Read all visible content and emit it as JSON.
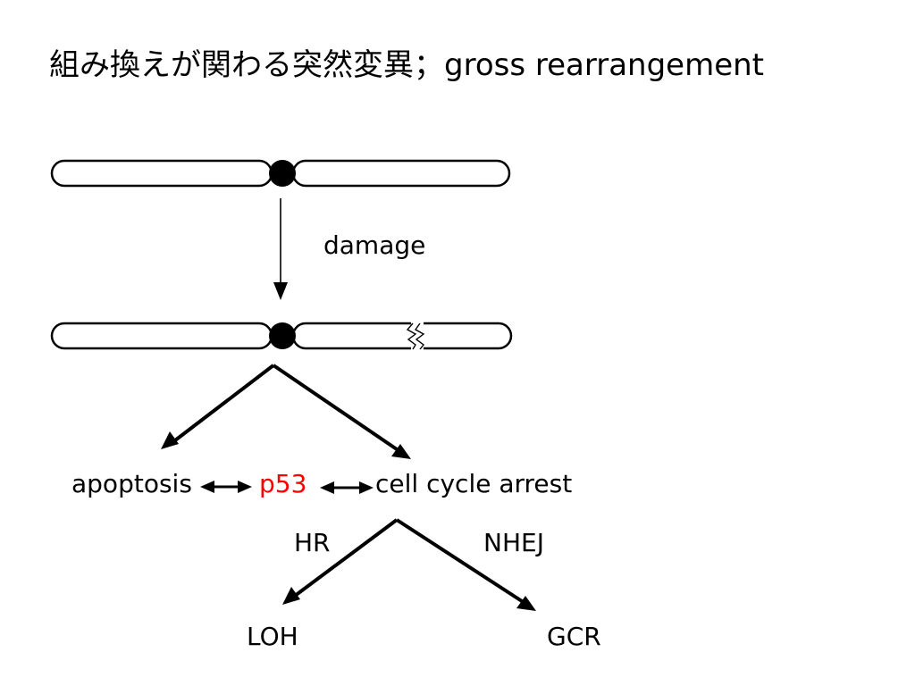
{
  "title": {
    "jp": "組み換えが関わる突然変異；",
    "en": "gross rearrangement"
  },
  "labels": {
    "damage": "damage",
    "apoptosis": "apoptosis",
    "p53": "p53",
    "cell_cycle_arrest": "cell cycle arrest",
    "hr": "HR",
    "nhej": "NHEJ",
    "loh": "LOH",
    "gcr": "GCR"
  },
  "colors": {
    "p53": "#ff0000",
    "lines": "#000000"
  }
}
